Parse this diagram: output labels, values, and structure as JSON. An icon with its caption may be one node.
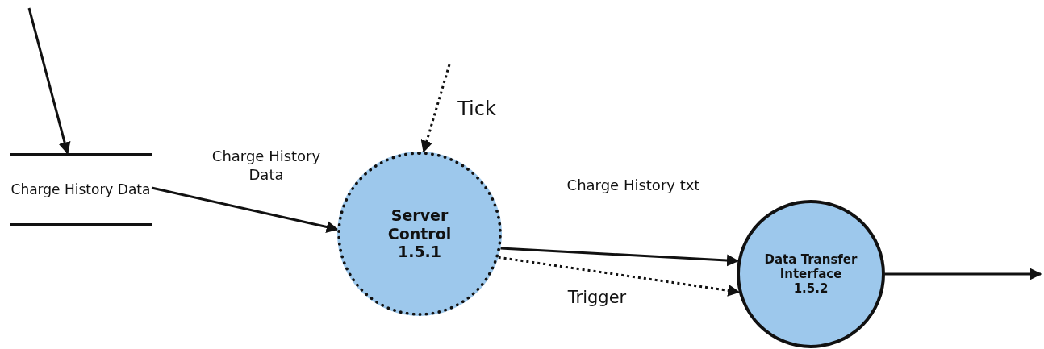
{
  "diagram": {
    "nodes": [
      {
        "text": [
          "Charge History Data"
        ]
      },
      {
        "text": [
          "Server Control 1.5.1"
        ]
      },
      {
        "text": [
          "Data Transfer Interface 1.5.2"
        ]
      }
    ],
    "edges": [
      {
        "from": null,
        "to": 0,
        "arrow": "to"
      },
      {
        "from": 0,
        "to": 1,
        "arrow": "to",
        "label": "Charge History Data"
      },
      {
        "from": null,
        "to": 1,
        "arrow": "to",
        "label": "Tick",
        "style": "dashed"
      },
      {
        "from": 1,
        "to": 2,
        "arrow": "to",
        "label": "Charge History txt"
      },
      {
        "from": 1,
        "to": 2,
        "arrow": "to",
        "label": "Trigger",
        "style": "dashed"
      },
      {
        "from": 2,
        "to": null,
        "arrow": "to"
      }
    ]
  }
}
